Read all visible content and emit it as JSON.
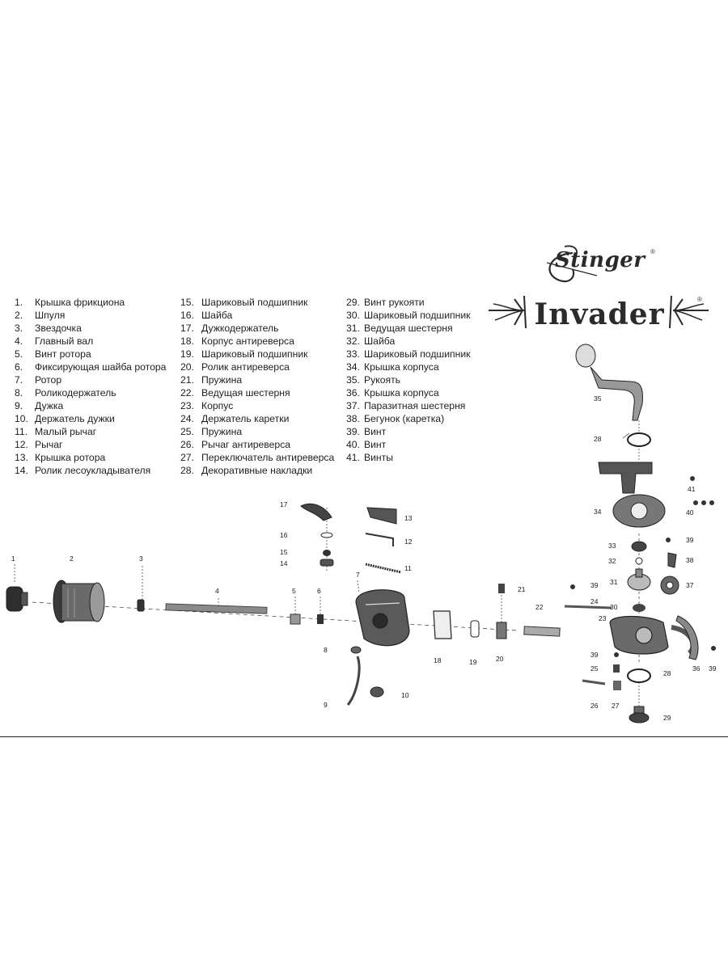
{
  "brand": {
    "logo": "Stinger",
    "model": "Invader",
    "registered_mark": "®"
  },
  "legend": {
    "column1": [
      {
        "num": "1.",
        "label": "Крышка фрикциона"
      },
      {
        "num": "2.",
        "label": "Шпуля"
      },
      {
        "num": "3.",
        "label": "Звездочка"
      },
      {
        "num": "4.",
        "label": "Главный вал"
      },
      {
        "num": "5.",
        "label": "Винт ротора"
      },
      {
        "num": "6.",
        "label": "Фиксирующая шайба ротора"
      },
      {
        "num": "7.",
        "label": "Ротор"
      },
      {
        "num": "8.",
        "label": "Роликодержатель"
      },
      {
        "num": "9.",
        "label": "Дужка"
      },
      {
        "num": "10.",
        "label": "Держатель дужки"
      },
      {
        "num": "11.",
        "label": "Малый рычаг"
      },
      {
        "num": "12.",
        "label": "Рычаг"
      },
      {
        "num": "13.",
        "label": "Крышка ротора"
      },
      {
        "num": "14.",
        "label": "Ролик лесоукладывателя"
      }
    ],
    "column2": [
      {
        "num": "15.",
        "label": "Шариковый подшипник"
      },
      {
        "num": "16.",
        "label": "Шайба"
      },
      {
        "num": "17.",
        "label": "Дужкодержатель"
      },
      {
        "num": "18.",
        "label": "Корпус антиреверса"
      },
      {
        "num": "19.",
        "label": "Шариковый подшипник"
      },
      {
        "num": "20.",
        "label": "Ролик антиреверса"
      },
      {
        "num": "21.",
        "label": "Пружина"
      },
      {
        "num": "22.",
        "label": "Ведущая шестерня"
      },
      {
        "num": "23.",
        "label": "Корпус"
      },
      {
        "num": "24.",
        "label": "Держатель каретки"
      },
      {
        "num": "25.",
        "label": "Пружина"
      },
      {
        "num": "26.",
        "label": "Рычаг антиреверса"
      },
      {
        "num": "27.",
        "label": "Переключатель антиреверса"
      },
      {
        "num": "28.",
        "label": "Декоративные накладки"
      }
    ],
    "column3": [
      {
        "num": "29.",
        "label": "Винт рукояти"
      },
      {
        "num": "30.",
        "label": "Шариковый подшипник"
      },
      {
        "num": "31.",
        "label": "Ведущая шестерня"
      },
      {
        "num": "32.",
        "label": "Шайба"
      },
      {
        "num": "33.",
        "label": "Шариковый подшипник"
      },
      {
        "num": "34.",
        "label": "Крышка корпуса"
      },
      {
        "num": "35.",
        "label": "Рукоять"
      },
      {
        "num": "36.",
        "label": "Крышка корпуса"
      },
      {
        "num": "37.",
        "label": "Паразитная шестерня"
      },
      {
        "num": "38.",
        "label": "Бегунок (каретка)"
      },
      {
        "num": "39.",
        "label": "Винт"
      },
      {
        "num": "40.",
        "label": "Винт"
      },
      {
        "num": "41.",
        "label": "Винты"
      }
    ]
  },
  "diagram_labels": {
    "p1": "1",
    "p2": "2",
    "p3": "3",
    "p4": "4",
    "p5": "5",
    "p6": "6",
    "p7": "7",
    "p8": "8",
    "p9": "9",
    "p10": "10",
    "p11": "11",
    "p12": "12",
    "p13": "13",
    "p14": "14",
    "p15": "15",
    "p16": "16",
    "p17": "17",
    "p18": "18",
    "p19": "19",
    "p20": "20",
    "p21": "21",
    "p22": "22",
    "p23": "23",
    "p24": "24",
    "p25": "25",
    "p26": "26",
    "p27": "27",
    "p28a": "28",
    "p28b": "28",
    "p29": "29",
    "p30": "30",
    "p31": "31",
    "p32": "32",
    "p33": "33",
    "p34": "34",
    "p35": "35",
    "p36": "36",
    "p37": "37",
    "p38": "38",
    "p39a": "39",
    "p39b": "39",
    "p39c": "39",
    "p39d": "39",
    "p40": "40",
    "p41": "41"
  }
}
